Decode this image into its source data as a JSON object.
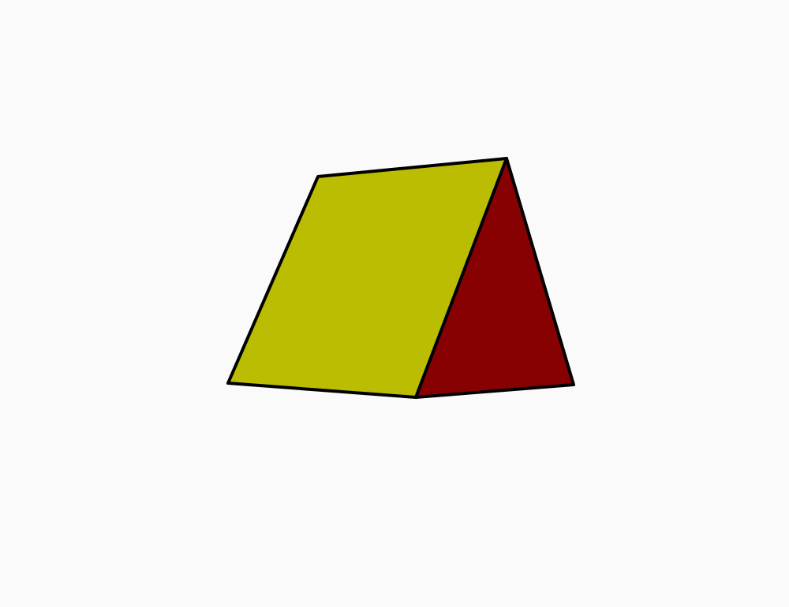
{
  "diagram": {
    "shape": "triangular-prism",
    "background_color": "#fafafa",
    "outline_color": "#000000",
    "faces": [
      {
        "name": "front-rectangular-face",
        "color": "#bbbd02"
      },
      {
        "name": "side-triangular-face",
        "color": "#870103"
      }
    ]
  }
}
